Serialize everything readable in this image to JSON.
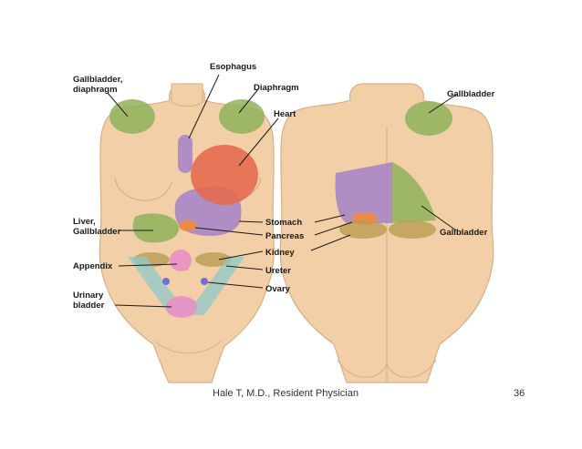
{
  "labels": {
    "gallbladder_diaphragm_line1": "Gallbladder,",
    "gallbladder_diaphragm_line2": "diaphragm",
    "esophagus": "Esophagus",
    "diaphragm": "Diaphragm",
    "heart": "Heart",
    "liver_line1": "Liver,",
    "liver_line2": "Gallbladder",
    "appendix": "Appendix",
    "urinary_line1": "Urinary",
    "urinary_line2": "bladder",
    "stomach": "Stomach",
    "pancreas": "Pancreas",
    "kidney": "Kidney",
    "ureter": "Ureter",
    "ovary": "Ovary",
    "back_gallbladder_top": "Gallbladder",
    "back_gallbladder_bottom": "Gallbladder"
  },
  "footer": {
    "attribution": "Hale T, M.D., Resident Physician",
    "page_number": "36"
  },
  "colors": {
    "skin": "#f2cfa6",
    "skin_outline": "#d9ae86",
    "green": "#8fb35a",
    "purple": "#a583c9",
    "red": "#e56a4f",
    "orange": "#f08a3c",
    "pink": "#ea8fc5",
    "blue": "#6f6fd8",
    "teal": "#8ec9c9",
    "olive": "#b59a4c"
  }
}
